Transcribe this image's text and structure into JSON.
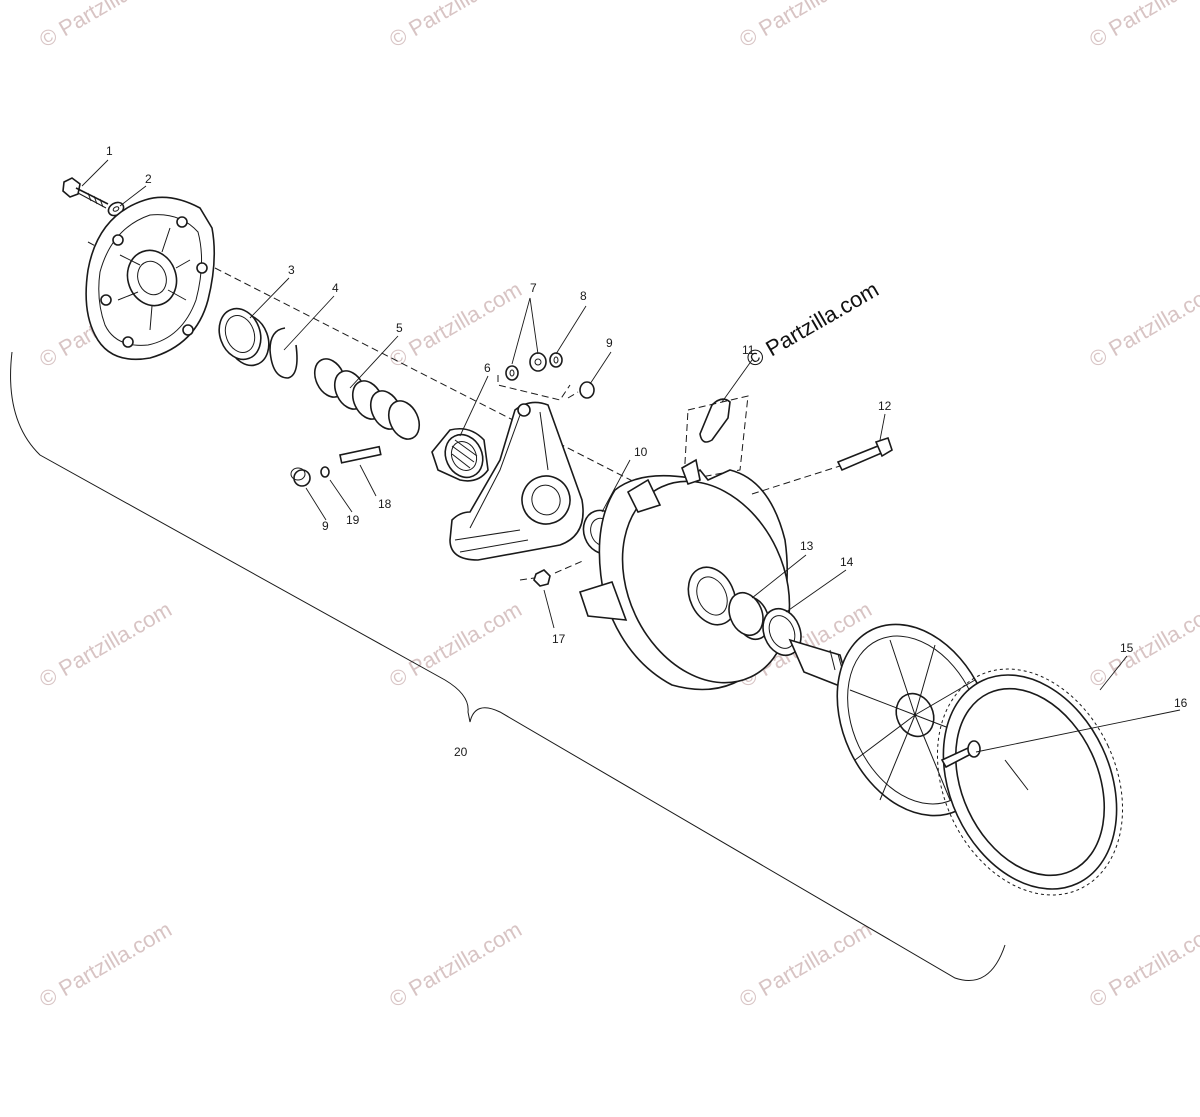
{
  "watermark": {
    "text": "© Partzilla.com",
    "featured_text": "© Partzilla.com",
    "color": "#d8c4c4"
  },
  "callouts": [
    "1",
    "2",
    "3",
    "4",
    "5",
    "6",
    "7",
    "8",
    "9",
    "10",
    "11",
    "12",
    "13",
    "14",
    "15",
    "16",
    "17",
    "18",
    "19",
    "9",
    "20"
  ]
}
